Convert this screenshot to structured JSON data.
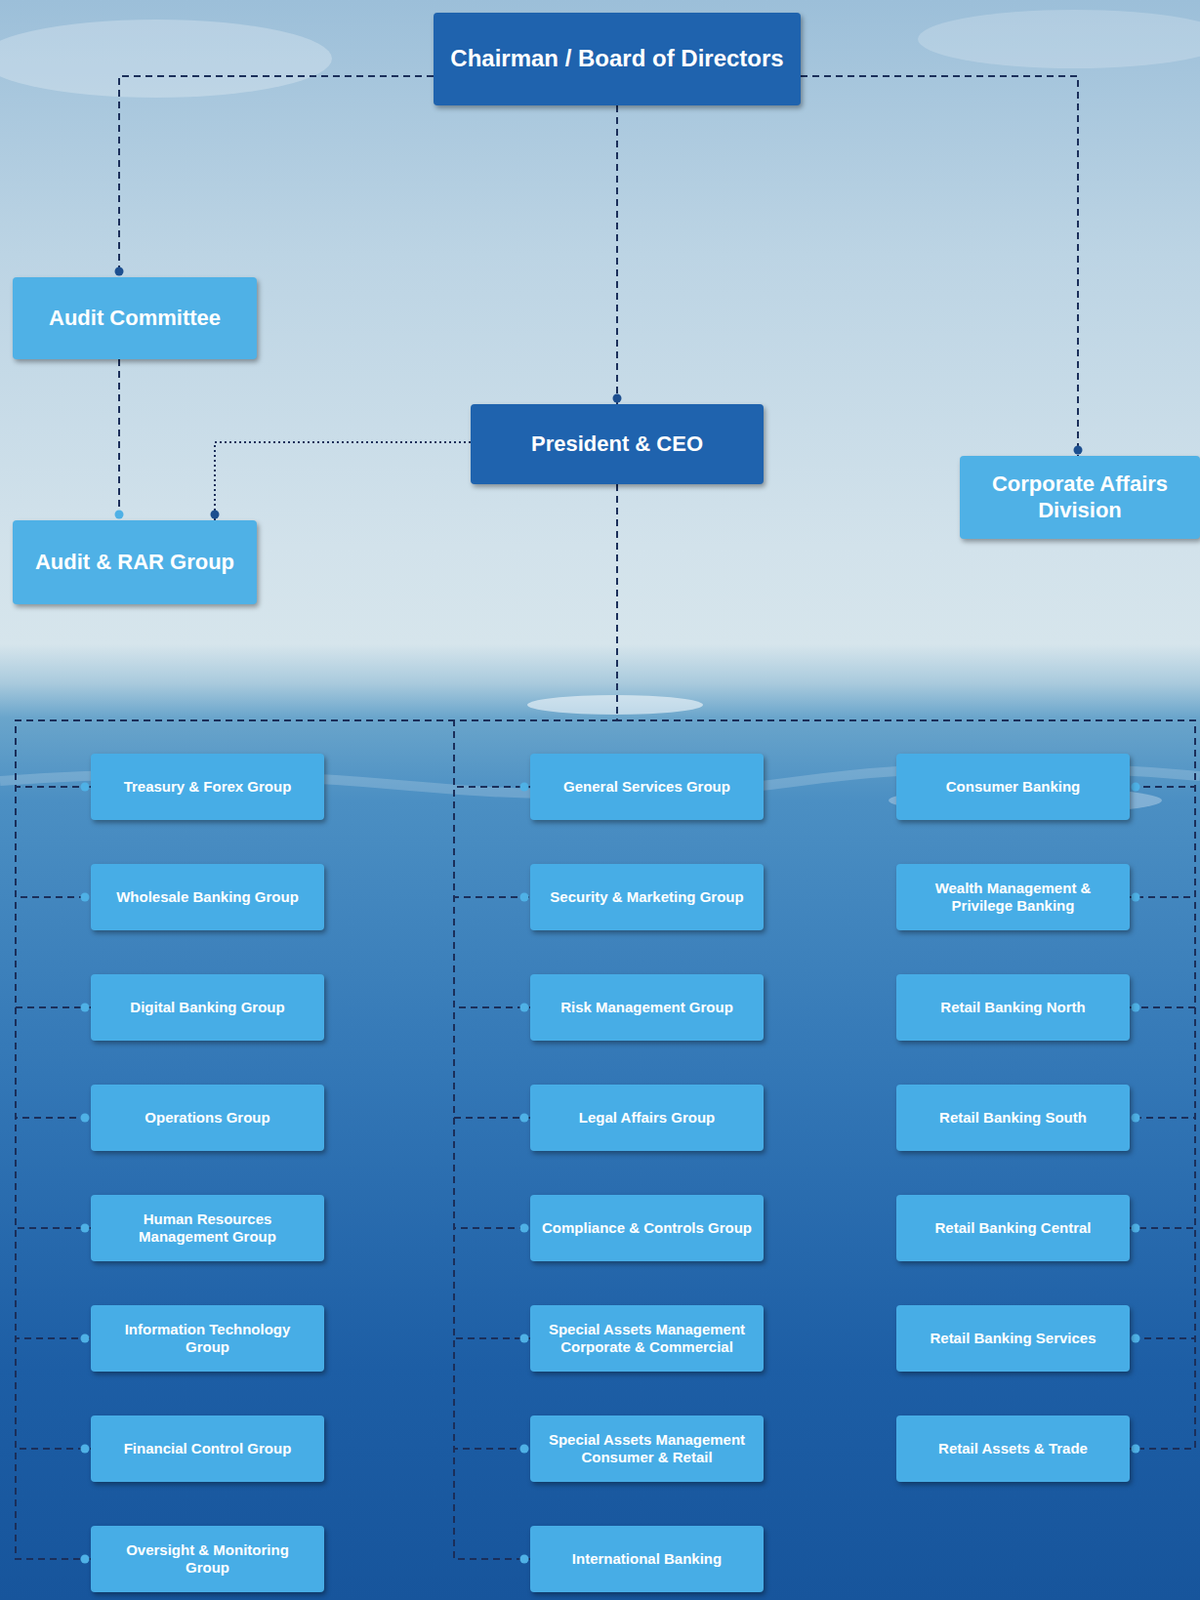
{
  "diagram": {
    "nodes": [
      {
        "text": [
          "Chairman / Board of Directors"
        ]
      },
      {
        "text": [
          "Audit Committee"
        ]
      },
      {
        "text": [
          "President & CEO"
        ]
      },
      {
        "text": [
          "Corporate Affairs Division"
        ]
      },
      {
        "text": [
          "Audit & RAR Group"
        ]
      },
      {
        "text": [
          "Treasury & Forex Group"
        ]
      },
      {
        "text": [
          "Wholesale Banking Group"
        ]
      },
      {
        "text": [
          "Digital Banking Group"
        ]
      },
      {
        "text": [
          "Operations Group"
        ]
      },
      {
        "text": [
          "Human Resources Management Group"
        ]
      },
      {
        "text": [
          "Information Technology Group"
        ]
      },
      {
        "text": [
          "Financial Control Group"
        ]
      },
      {
        "text": [
          "Oversight & Monitoring Group"
        ]
      },
      {
        "text": [
          "General Services Group"
        ]
      },
      {
        "text": [
          "Security & Marketing Group"
        ]
      },
      {
        "text": [
          "Risk Management Group"
        ]
      },
      {
        "text": [
          "Legal Affairs Group"
        ]
      },
      {
        "text": [
          "Compliance & Controls Group"
        ]
      },
      {
        "text": [
          "Special Assets Management Corporate & Commercial"
        ]
      },
      {
        "text": [
          "Special Assets Management Consumer & Retail"
        ]
      },
      {
        "text": [
          "International Banking"
        ]
      },
      {
        "text": [
          "Consumer Banking"
        ]
      },
      {
        "text": [
          "Wealth Management & Privilege Banking"
        ]
      },
      {
        "text": [
          "Retail Banking North"
        ]
      },
      {
        "text": [
          "Retail Banking South"
        ]
      },
      {
        "text": [
          "Retail Banking Central"
        ]
      },
      {
        "text": [
          "Retail Banking Services"
        ]
      },
      {
        "text": [
          "Retail Assets & Trade"
        ]
      }
    ],
    "edges": [
      {
        "from": 0,
        "to": 1,
        "arrow": "none"
      },
      {
        "from": 0,
        "to": 2,
        "arrow": "none"
      },
      {
        "from": 0,
        "to": 3,
        "arrow": "none"
      },
      {
        "from": 1,
        "to": 4,
        "arrow": "none"
      },
      {
        "from": 2,
        "to": 4,
        "arrow": "none"
      },
      {
        "from": 2,
        "to": 5,
        "arrow": "none"
      },
      {
        "from": 2,
        "to": 6,
        "arrow": "none"
      },
      {
        "from": 2,
        "to": 7,
        "arrow": "none"
      },
      {
        "from": 2,
        "to": 8,
        "arrow": "none"
      },
      {
        "from": 2,
        "to": 9,
        "arrow": "none"
      },
      {
        "from": 2,
        "to": 10,
        "arrow": "none"
      },
      {
        "from": 2,
        "to": 11,
        "arrow": "none"
      },
      {
        "from": 2,
        "to": 12,
        "arrow": "none"
      },
      {
        "from": 2,
        "to": 13,
        "arrow": "none"
      },
      {
        "from": 2,
        "to": 14,
        "arrow": "none"
      },
      {
        "from": 2,
        "to": 15,
        "arrow": "none"
      },
      {
        "from": 2,
        "to": 16,
        "arrow": "none"
      },
      {
        "from": 2,
        "to": 17,
        "arrow": "none"
      },
      {
        "from": 2,
        "to": 18,
        "arrow": "none"
      },
      {
        "from": 2,
        "to": 19,
        "arrow": "none"
      },
      {
        "from": 2,
        "to": 20,
        "arrow": "none"
      },
      {
        "from": 2,
        "to": 21,
        "arrow": "none"
      },
      {
        "from": 2,
        "to": 22,
        "arrow": "none"
      },
      {
        "from": 2,
        "to": 23,
        "arrow": "none"
      },
      {
        "from": 2,
        "to": 24,
        "arrow": "none"
      },
      {
        "from": 2,
        "to": 25,
        "arrow": "none"
      },
      {
        "from": 2,
        "to": 26,
        "arrow": "none"
      },
      {
        "from": 2,
        "to": 27,
        "arrow": "none"
      }
    ]
  }
}
